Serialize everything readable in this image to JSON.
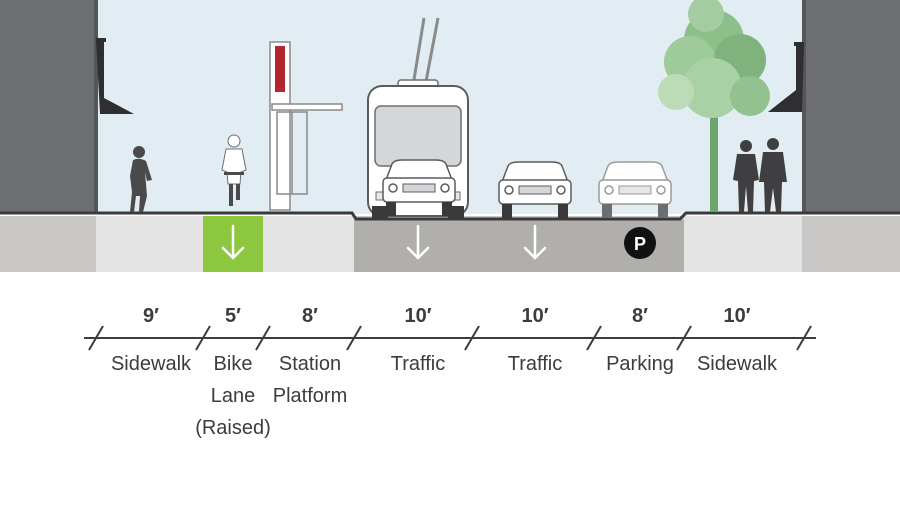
{
  "colors": {
    "sky": "#e2edf3",
    "building": "#6d6e71",
    "sidewalk": "#e3e3e3",
    "curb_band": "#c9c8c6",
    "road": "#b1afac",
    "bike_lane": "#8dc63f",
    "line": "#3c3c3c",
    "tree": "#6aa56c",
    "sign_red": "#b3262e"
  },
  "segments": [
    {
      "width": "9′",
      "name": [
        "Sidewalk"
      ],
      "marker": "none"
    },
    {
      "width": "5′",
      "name": [
        "Bike",
        "Lane",
        "(Raised)"
      ],
      "marker": "arrow-down-icon"
    },
    {
      "width": "8′",
      "name": [
        "Station",
        "Platform"
      ],
      "marker": "none"
    },
    {
      "width": "10′",
      "name": [
        "Traffic"
      ],
      "marker": "arrow-down-icon"
    },
    {
      "width": "10′",
      "name": [
        "Traffic"
      ],
      "marker": "arrow-down-icon"
    },
    {
      "width": "8′",
      "name": [
        "Parking"
      ],
      "marker": "parking-icon"
    },
    {
      "width": "10′",
      "name": [
        "Sidewalk"
      ],
      "marker": "none"
    }
  ],
  "parking_symbol": "P"
}
